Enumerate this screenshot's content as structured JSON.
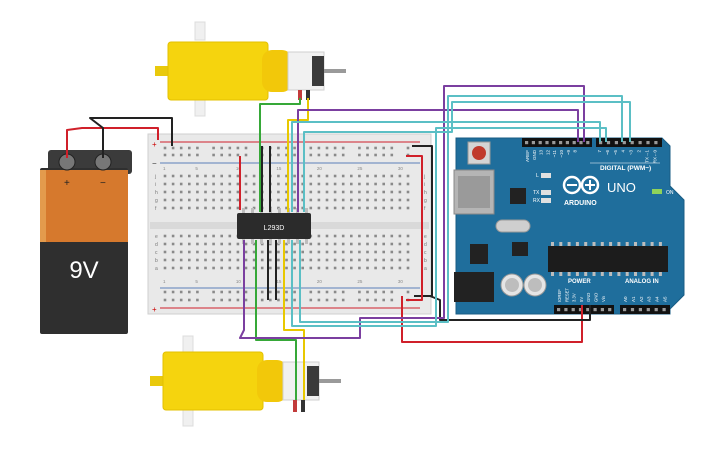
{
  "battery": {
    "label": "9V",
    "plus": "+",
    "minus": "−"
  },
  "chip": {
    "label": "L293D"
  },
  "breadboard": {
    "rail_plus": "+",
    "rail_minus": "−",
    "row_letters_top": [
      "j",
      "i",
      "h",
      "g",
      "f"
    ],
    "row_letters_bottom": [
      "e",
      "d",
      "c",
      "b",
      "a"
    ],
    "column_numbers": [
      "1",
      "5",
      "10",
      "15",
      "20",
      "25",
      "30"
    ]
  },
  "arduino": {
    "brand": "ARDUINO",
    "model": "UNO",
    "digital_label": "DIGITAL (PWM~)",
    "power_label": "POWER",
    "analog_label": "ANALOG IN",
    "on_label": "ON",
    "led_l": "L",
    "led_tx": "TX",
    "led_rx": "RX",
    "top_pins": [
      "AREF",
      "GND",
      "13",
      "12",
      "~11",
      "~10",
      "~9",
      "8",
      "7",
      "~6",
      "~5",
      "4",
      "~3",
      "2",
      "TX→1",
      "RX←0"
    ],
    "power_pins": [
      "IOREF",
      "RESET",
      "3.3V",
      "5V",
      "GND",
      "GND",
      "Vin"
    ],
    "analog_pins": [
      "A0",
      "A1",
      "A2",
      "A3",
      "A4",
      "A5"
    ]
  },
  "colors": {
    "red_wire": "#d0202a",
    "black_wire": "#222222",
    "green_wire": "#36a838",
    "yellow_wire": "#e8c800",
    "purple_wire": "#7b3fa0",
    "cyan_wire": "#5bbfc5",
    "arduino_blue": "#1f6e9c",
    "motor_yellow": "#f5d40e"
  }
}
